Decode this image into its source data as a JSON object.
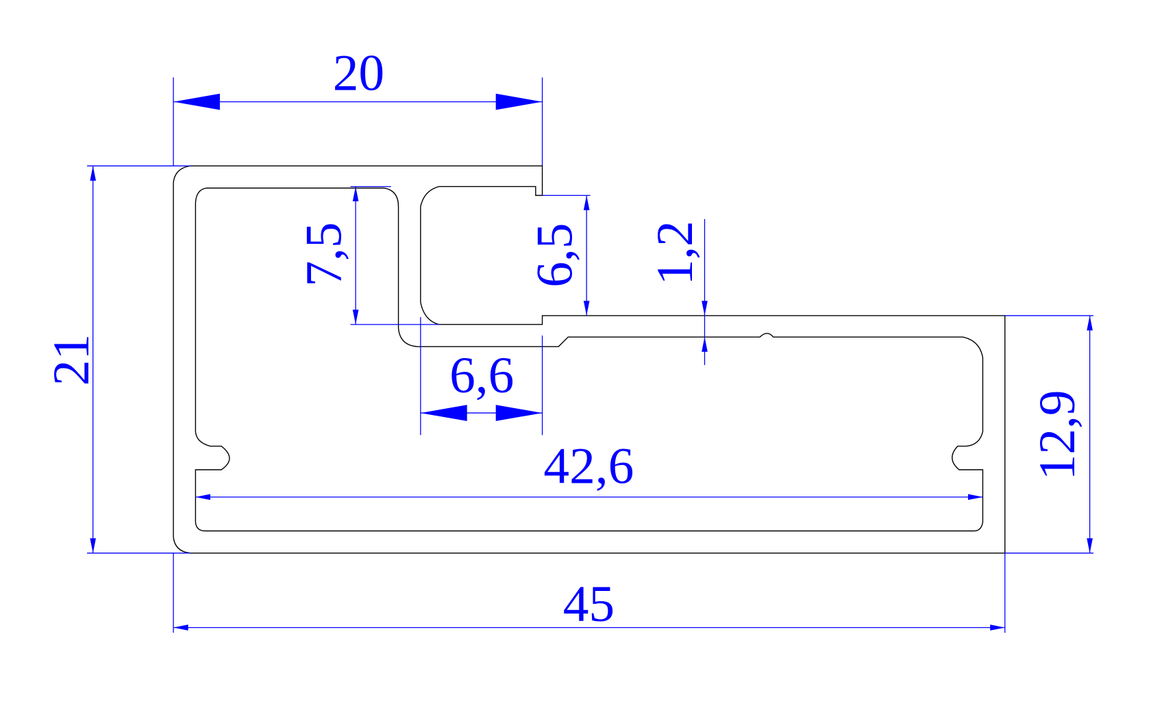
{
  "drawing": {
    "type": "aluminum-profile-cross-section",
    "units": "mm",
    "colors": {
      "profile": "#000000",
      "dimension": "#0000ff"
    },
    "dimensions": {
      "top_width": "20",
      "total_height": "21",
      "inner_height": "7,5",
      "step_height": "6,5",
      "wall_thickness": "1,2",
      "pocket_width": "6,6",
      "inner_width": "42,6",
      "right_height": "12,9",
      "total_width": "45"
    }
  }
}
